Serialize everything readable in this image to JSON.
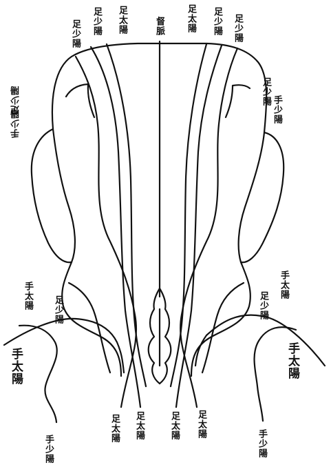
{
  "diagram": {
    "top": {
      "zushaoyang_left": "足少陽",
      "zutaiyang_left": "足太陽",
      "dumai": "督脈",
      "zutaiyang_right": "足太陽",
      "zushaoyang_right1": "足少陽",
      "zushaoyang_right2": "足少陽"
    },
    "sides": {
      "zushaoyang_left": "足少陽",
      "shoushaoyang_left": "手少陽",
      "zushaoyang_right": "足少陽",
      "shoushaoyang_right": "手少陽"
    },
    "neck": {
      "shoutaiyang_left": "手太陽",
      "zushaoyang_left": "足少陽",
      "shoutaiyang_right": "手太陽",
      "zushaoyang_right": "足少陽"
    },
    "lower": {
      "shoutaiyang_left": "手太陽",
      "shoutaiyang_right": "手太陽"
    },
    "bottom": {
      "zutaiyang_1": "足太陽",
      "zutaiyang_2": "足太陽",
      "zutaiyang_3": "足太陽",
      "zutaiyang_4": "足太陽",
      "shoushaoyang_left": "手少陽",
      "shoushaoyang_right": "手少陽"
    }
  }
}
